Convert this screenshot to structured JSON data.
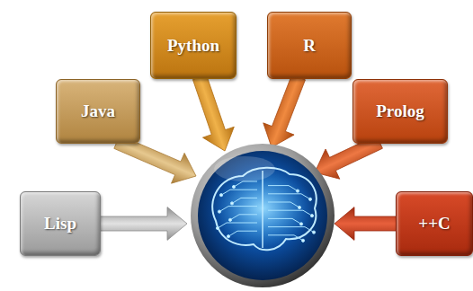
{
  "diagram": {
    "nodes": [
      {
        "text": [
          "Lisp"
        ]
      },
      {
        "text": [
          "Java"
        ]
      },
      {
        "text": [
          "Python"
        ]
      },
      {
        "text": [
          "R"
        ]
      },
      {
        "text": [
          "Prolog"
        ]
      },
      {
        "text": [
          "++C"
        ]
      }
    ]
  }
}
